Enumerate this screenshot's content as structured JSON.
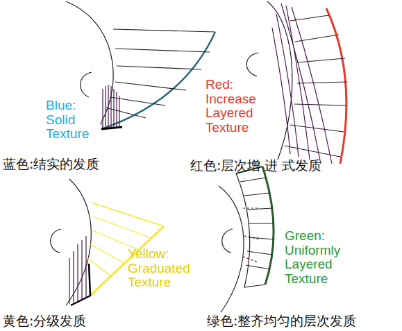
{
  "diagram": {
    "labels": [
      "Blue: Solid Texture",
      "蓝色:结实的发质",
      "Red: Increase Layered Texture",
      "红色:层次增 进 式发质",
      "Yellow: Graduated Texture",
      "黄色:分级发质",
      "Green: Uniformly Layered Texture",
      "绿色:整齐均匀的层次发质"
    ]
  }
}
